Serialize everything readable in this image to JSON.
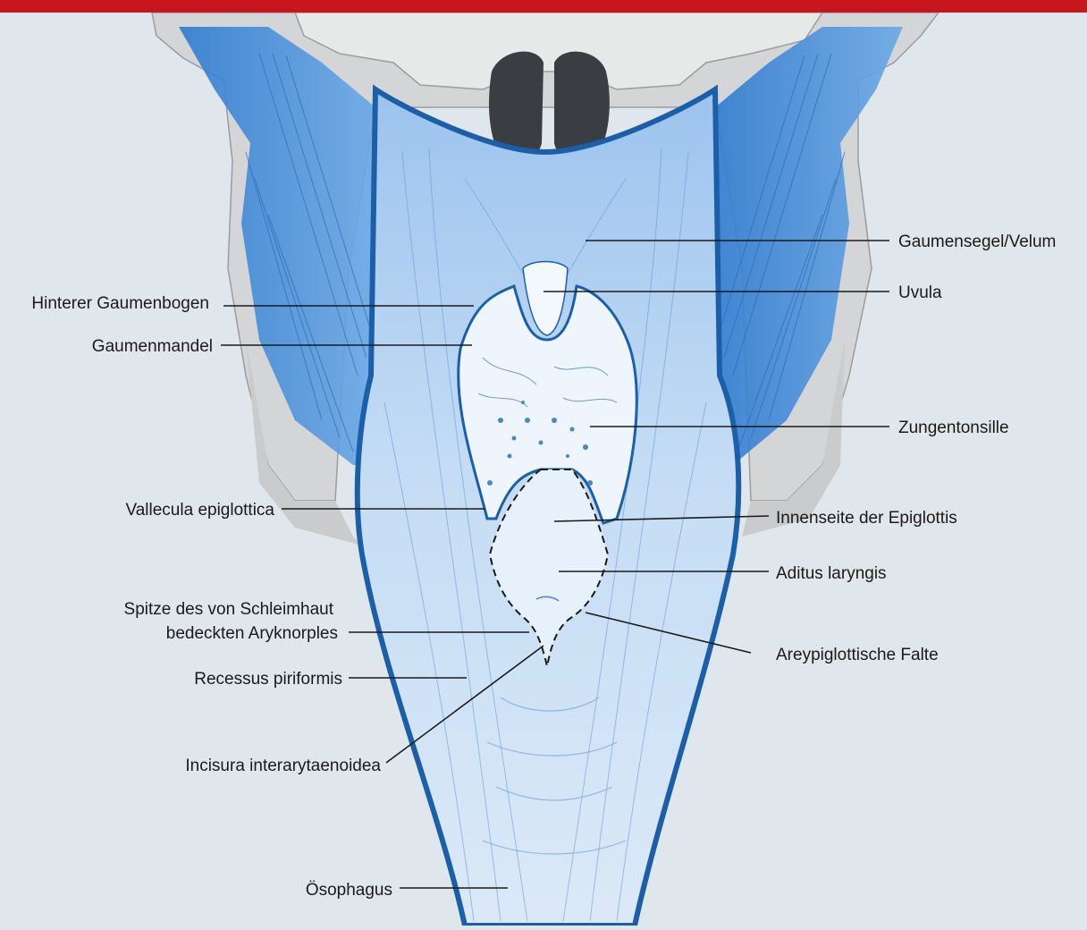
{
  "colors": {
    "top_bar": "#c8161d",
    "background": "#dfe7ec",
    "muscle_blue": "#3d86d6",
    "tissue_light_blue": "#bcd7f2",
    "outline_blue": "#1a5fa8",
    "bone_grey": "#d3d5d6",
    "cavity_dark": "#3a3d41"
  },
  "labels": {
    "gaumensegel": "Gaumensegel/Velum",
    "uvula": "Uvula",
    "hinterer_gaumenbogen": "Hinterer Gaumenbogen",
    "gaumenmandel": "Gaumenmandel",
    "zungentonsille": "Zungentonsille",
    "vallecula": "Vallecula epiglottica",
    "innenseite_epiglottis": "Innenseite der Epiglottis",
    "aditus": "Aditus laryngis",
    "spitze_line1": "Spitze des von Schleimhaut",
    "spitze_line2": "bedeckten Aryknorples",
    "areypiglottische": "Areypiglottische Falte",
    "recessus": "Recessus piriformis",
    "incisura": "Incisura interarytaenoidea",
    "oesophagus": "Ösophagus"
  }
}
